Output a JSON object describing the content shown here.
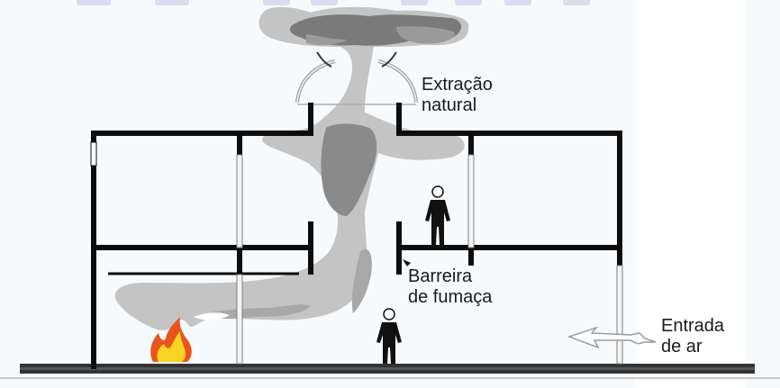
{
  "diagram": {
    "title": "",
    "type": "smoke-control-section",
    "labels": {
      "extraction": {
        "line1": "Extração",
        "line2": "natural"
      },
      "barrier": {
        "line1": "Barreira",
        "line2": "de fumaça"
      },
      "air_inlet": {
        "line1": "Entrada",
        "line2": "de ar"
      }
    },
    "elements": {
      "fire": "fire-icon",
      "person_upper": "person-icon",
      "person_lower": "person-icon",
      "smoke_plume": "smoke-plume",
      "roof_vent": "roof-vent-dome",
      "air_arrow": "left-arrow-icon"
    },
    "colors": {
      "wall": "#0d0d0d",
      "smoke_light": "#c4c4c4",
      "smoke_dark": "#8a8a8a",
      "smoke_darkest": "#6e6e6e",
      "floor": "#333333",
      "fire_outer": "#e8541e",
      "fire_inner": "#f7d323",
      "background": "#f7fafd"
    }
  }
}
